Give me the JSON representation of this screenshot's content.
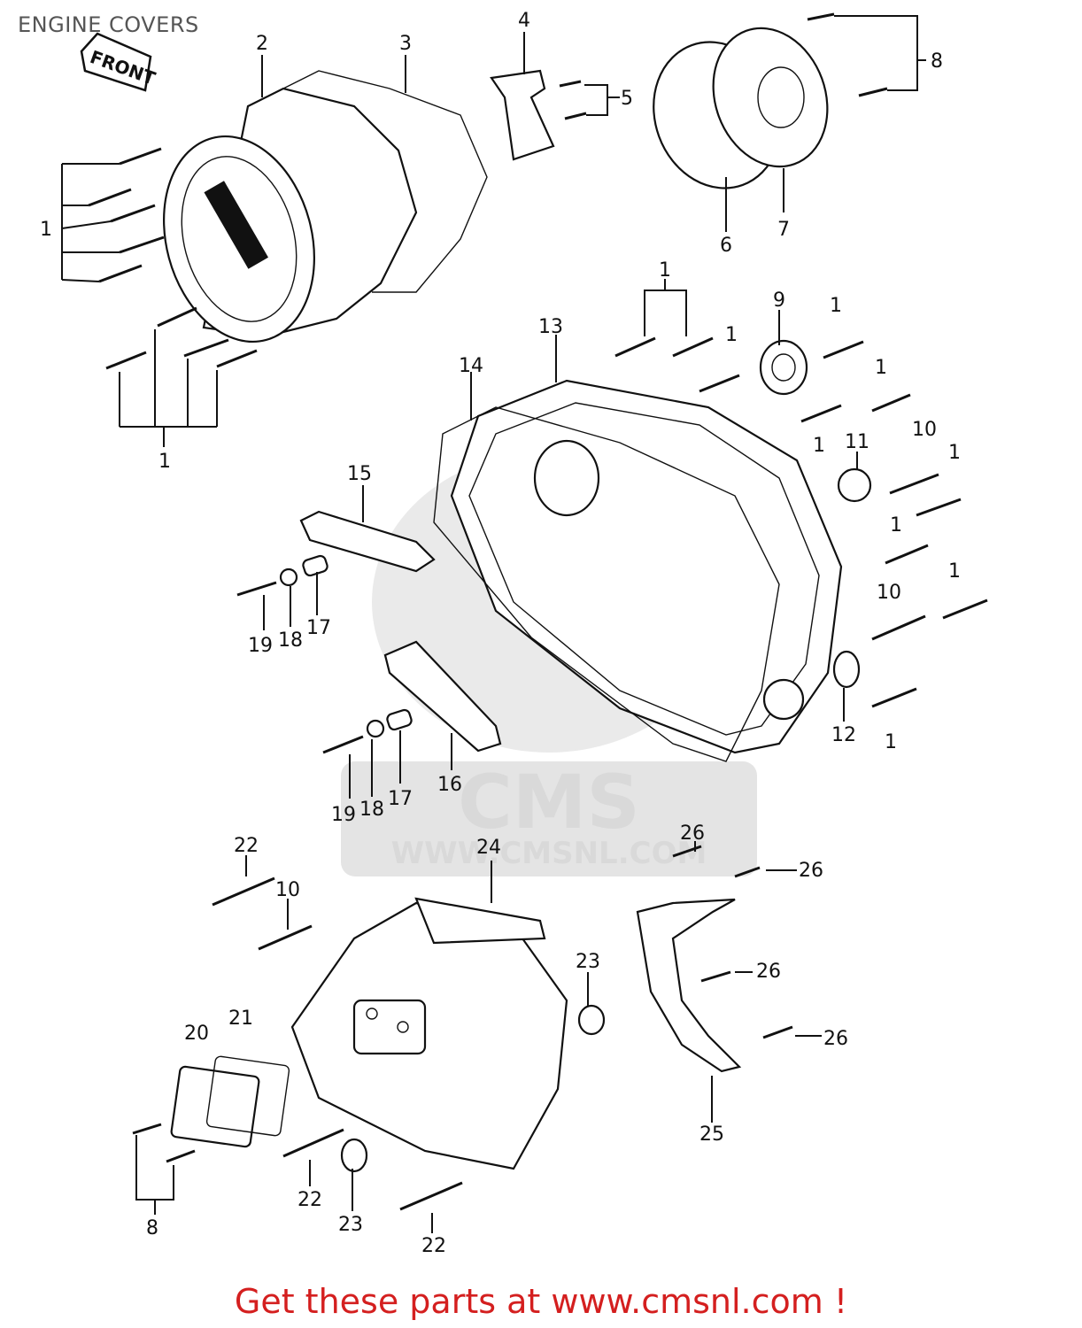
{
  "title": "ENGINE COVERS",
  "front_label": "FRONT",
  "watermark": {
    "logo": "CMS",
    "url": "WWW.CMSNL.COM"
  },
  "call_to_action": "Get these parts at www.cmsnl.com !",
  "colors": {
    "cta": "#d41f1f",
    "title": "#555555",
    "watermark": "#d9d9d9"
  },
  "callouts": {
    "c1_a": "1",
    "c1_b": "1",
    "c1_c": "1",
    "c1_d": "1",
    "c1_e": "1",
    "c1_f": "1",
    "c1_g": "1",
    "c1_h": "1",
    "c1_i": "1",
    "c1_j": "1",
    "c1_k": "1",
    "c2": "2",
    "c3": "3",
    "c4": "4",
    "c5": "5",
    "c6": "6",
    "c7": "7",
    "c8_a": "8",
    "c8_b": "8",
    "c9": "9",
    "c10_a": "10",
    "c10_b": "10",
    "c10_c": "10",
    "c11": "11",
    "c12": "12",
    "c13": "13",
    "c14": "14",
    "c15": "15",
    "c16": "16",
    "c17_a": "17",
    "c17_b": "17",
    "c18_a": "18",
    "c18_b": "18",
    "c19_a": "19",
    "c19_b": "19",
    "c20": "20",
    "c21": "21",
    "c22_a": "22",
    "c22_b": "22",
    "c22_c": "22",
    "c23_a": "23",
    "c23_b": "23",
    "c24": "24",
    "c25": "25",
    "c26_a": "26",
    "c26_b": "26",
    "c26_c": "26",
    "c26_d": "26"
  }
}
